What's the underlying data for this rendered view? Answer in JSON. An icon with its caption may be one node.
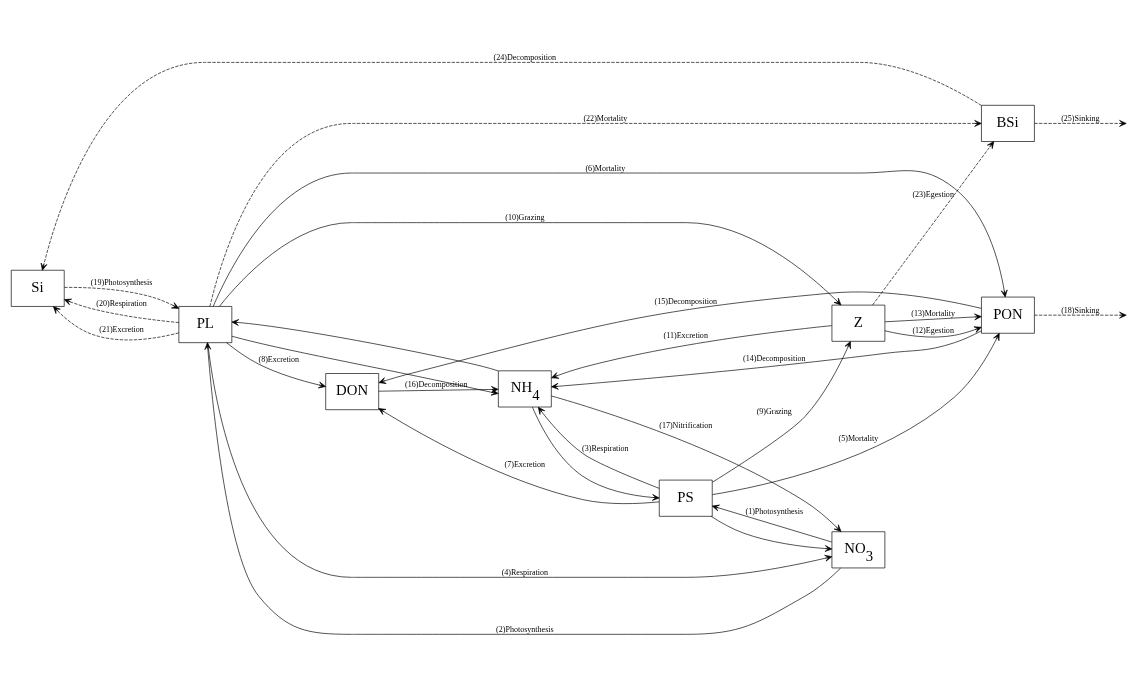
{
  "diagram": {
    "nodes": [
      {
        "text": [
          "Si"
        ]
      },
      {
        "text": [
          "BSi"
        ]
      },
      {
        "text": [
          "PL"
        ]
      },
      {
        "text": [
          "NO$_{3}$"
        ]
      },
      {
        "text": [
          "Z"
        ]
      },
      {
        "text": [
          "PON"
        ]
      },
      {
        "text": [
          "PS"
        ]
      },
      {
        "text": [
          "NH$_{4}$"
        ]
      },
      {
        "text": [
          "DON"
        ]
      }
    ],
    "edges": [
      {
        "from": 3,
        "to": 6,
        "arrow": "to",
        "label": "(1)Photosynthesis"
      },
      {
        "from": 7,
        "to": 6,
        "arrow": "to"
      },
      {
        "from": 3,
        "to": 2,
        "arrow": "to",
        "label": "(2)Photosynthesis"
      },
      {
        "from": 7,
        "to": 2,
        "arrow": "to"
      },
      {
        "from": 6,
        "to": 3,
        "arrow": "to"
      },
      {
        "from": 6,
        "to": 7,
        "arrow": "to",
        "label": "(3)Respiration"
      },
      {
        "from": 2,
        "to": 3,
        "arrow": "to",
        "label": "(4)Respiration"
      },
      {
        "from": 2,
        "to": 7,
        "arrow": "to"
      },
      {
        "from": 6,
        "to": 5,
        "arrow": "to",
        "label": "(5)Mortality"
      },
      {
        "from": 2,
        "to": 5,
        "arrow": "to",
        "label": "(6)Mortality"
      },
      {
        "from": 6,
        "to": 8,
        "arrow": "to",
        "label": "(7)Excretion"
      },
      {
        "from": 2,
        "to": 8,
        "arrow": "to",
        "label": "(8)Excretion"
      },
      {
        "from": 6,
        "to": 4,
        "arrow": "to",
        "label": "(9)Grazing"
      },
      {
        "from": 2,
        "to": 4,
        "arrow": "to",
        "label": "(10)Grazing"
      },
      {
        "from": 4,
        "to": 7,
        "arrow": "to",
        "label": "(11)Excretion"
      },
      {
        "from": 4,
        "to": 5,
        "arrow": "to",
        "label": "(12)Egestion"
      },
      {
        "from": 4,
        "to": 5,
        "arrow": "to",
        "label": "(13)Mortality"
      },
      {
        "from": 5,
        "to": 7,
        "arrow": "to",
        "label": "(14)Decomposition"
      },
      {
        "from": 5,
        "to": 8,
        "arrow": "to",
        "label": "(15)Decomposition"
      },
      {
        "from": 8,
        "to": 7,
        "arrow": "to",
        "label": "(16)Decomposition"
      },
      {
        "from": 7,
        "to": 3,
        "arrow": "to",
        "label": "(17)Nitrification"
      },
      {
        "from": 5,
        "to": null,
        "arrow": "to",
        "label": "(18)Sinking",
        "style": "dashed"
      },
      {
        "from": 0,
        "to": 2,
        "arrow": "to",
        "label": "(19)Photosynthesis",
        "style": "dashed"
      },
      {
        "from": 2,
        "to": 0,
        "arrow": "to",
        "label": "(20)Respiration",
        "style": "dashed"
      },
      {
        "from": 2,
        "to": 0,
        "arrow": "to",
        "label": "(21)Excretion",
        "style": "dashed"
      },
      {
        "from": 2,
        "to": 1,
        "arrow": "to",
        "label": "(22)Mortality",
        "style": "dashed"
      },
      {
        "from": 4,
        "to": 1,
        "arrow": "to",
        "label": "(23)Egestion",
        "style": "dashed"
      },
      {
        "from": 1,
        "to": 0,
        "arrow": "to",
        "label": "(24)Decomposition",
        "style": "dashed"
      },
      {
        "from": 1,
        "to": null,
        "arrow": "to",
        "label": "(25)Sinking",
        "style": "dashed"
      }
    ]
  }
}
